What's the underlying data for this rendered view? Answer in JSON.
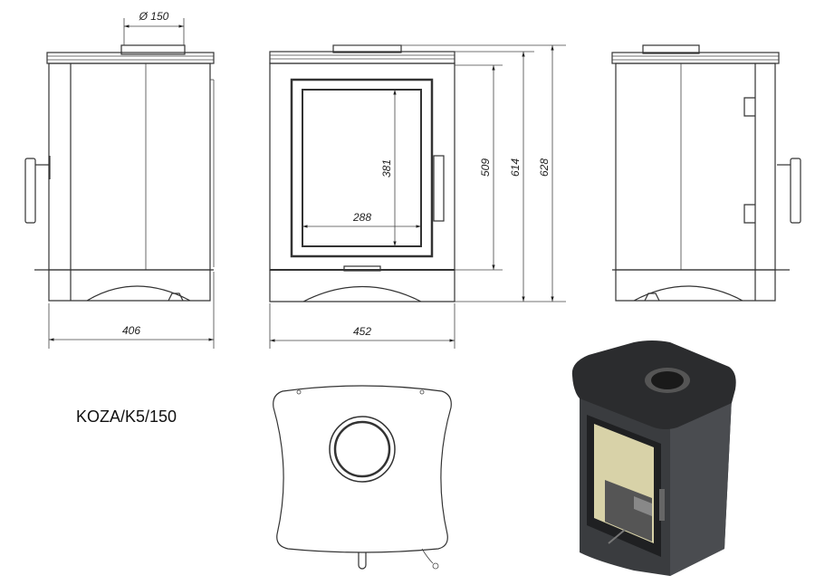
{
  "model_label": "KOZA/K5/150",
  "dimensions": {
    "flue_diameter": "Ø 150",
    "side_depth": "406",
    "front_width": "452",
    "glass_height": "381",
    "glass_width": "288",
    "door_height": "509",
    "body_height": "614",
    "total_height": "628"
  },
  "colors": {
    "line": "#333333",
    "stove_body": "#3a3c3f",
    "stove_top": "#2b2c2e",
    "glass": "#d8d2a8"
  }
}
